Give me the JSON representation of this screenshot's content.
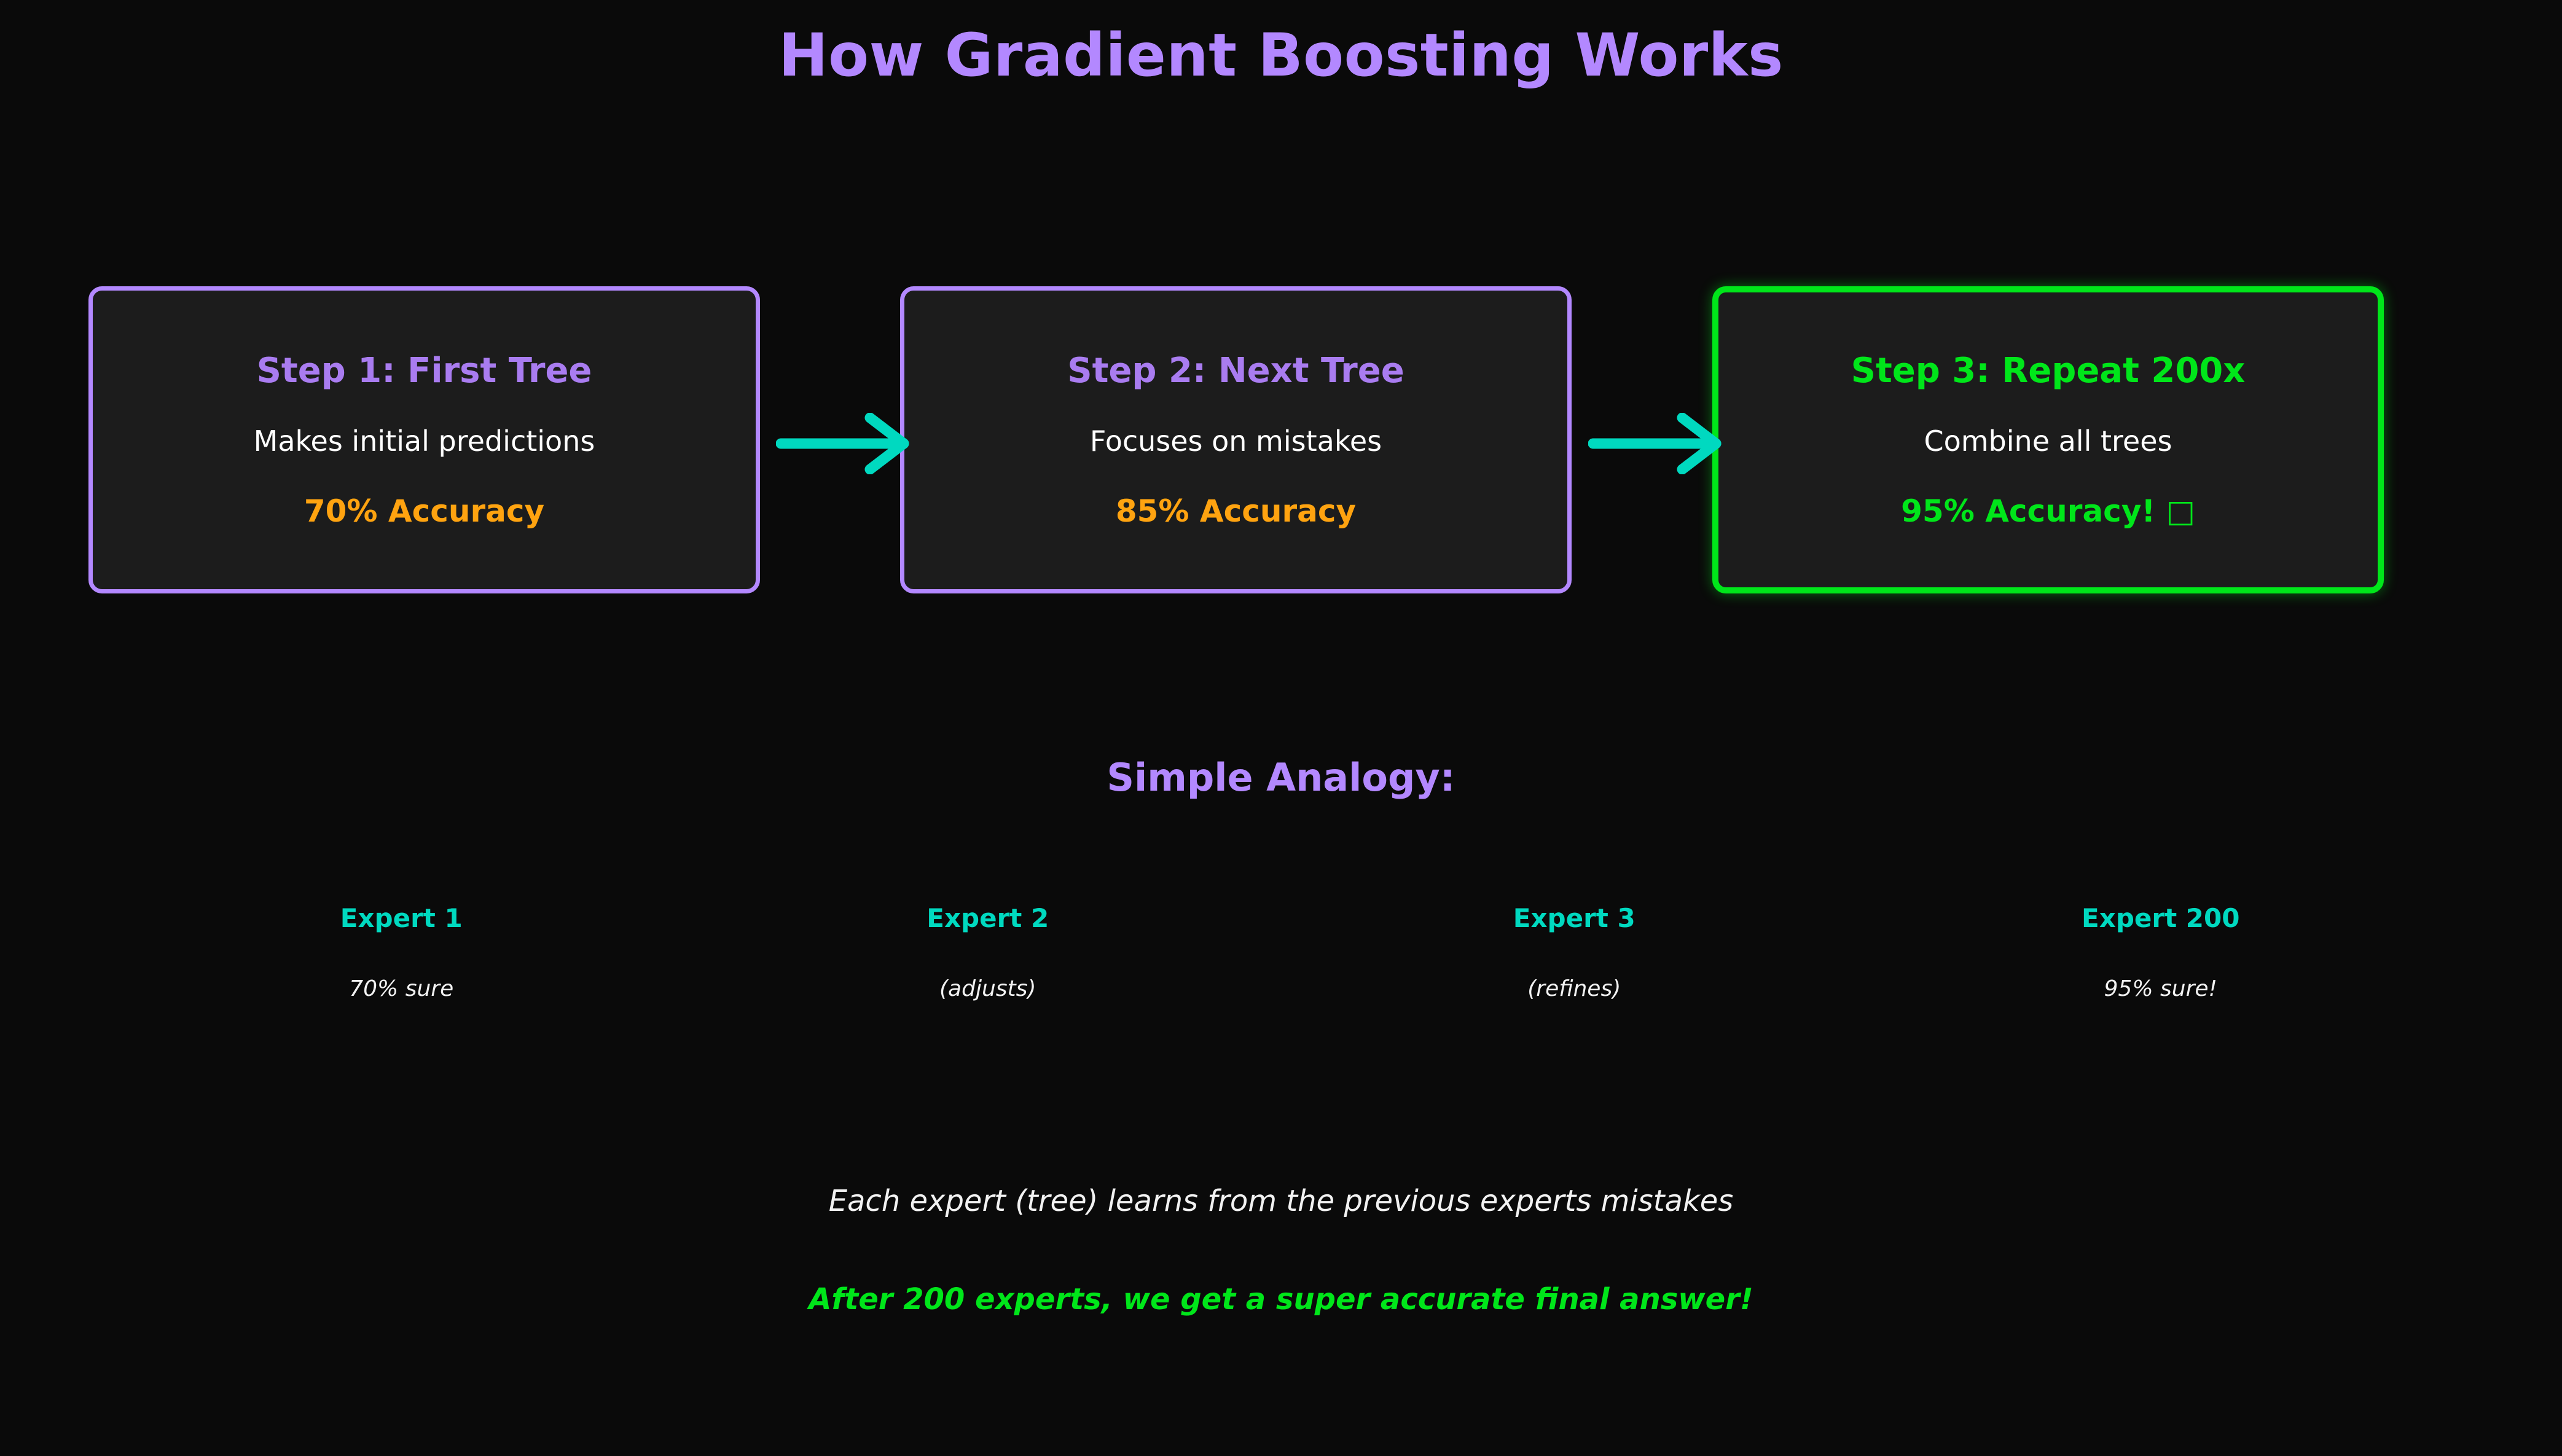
{
  "page": {
    "title": "How Gradient Boosting Works",
    "background_color": "#0a0a0a",
    "accent_purple": "#b388ff",
    "accent_green": "#00e61a",
    "accent_cyan": "#00d9c0",
    "accent_orange": "#ffa310"
  },
  "steps": [
    {
      "title": "Step 1: First Tree",
      "description": "Makes initial predictions",
      "accuracy": "70% Accuracy",
      "border_color": "#b388ff",
      "title_color": "#a97cf0",
      "accuracy_color": "#ffa310"
    },
    {
      "title": "Step 2: Next Tree",
      "description": "Focuses on mistakes",
      "accuracy": "85% Accuracy",
      "border_color": "#b388ff",
      "title_color": "#a97cf0",
      "accuracy_color": "#ffa310"
    },
    {
      "title": "Step 3: Repeat 200x",
      "description": "Combine all trees",
      "accuracy": "95% Accuracy! □",
      "border_color": "#00e61a",
      "title_color": "#00e61a",
      "accuracy_color": "#00e61a"
    }
  ],
  "arrows": {
    "icon": "arrow-right-icon",
    "color": "#00d9c0",
    "count": 2
  },
  "analogy": {
    "heading": "Simple Analogy:",
    "experts": [
      {
        "name": "Expert 1",
        "sub": "70% sure"
      },
      {
        "name": "Expert 2",
        "sub": "(adjusts)"
      },
      {
        "name": "Expert 3",
        "sub": "(refines)"
      },
      {
        "name": "Expert 200",
        "sub": "95% sure!"
      }
    ]
  },
  "notes": {
    "line1": "Each expert (tree) learns from the previous experts mistakes",
    "line2": "After 200 experts, we get a super accurate final answer!"
  }
}
